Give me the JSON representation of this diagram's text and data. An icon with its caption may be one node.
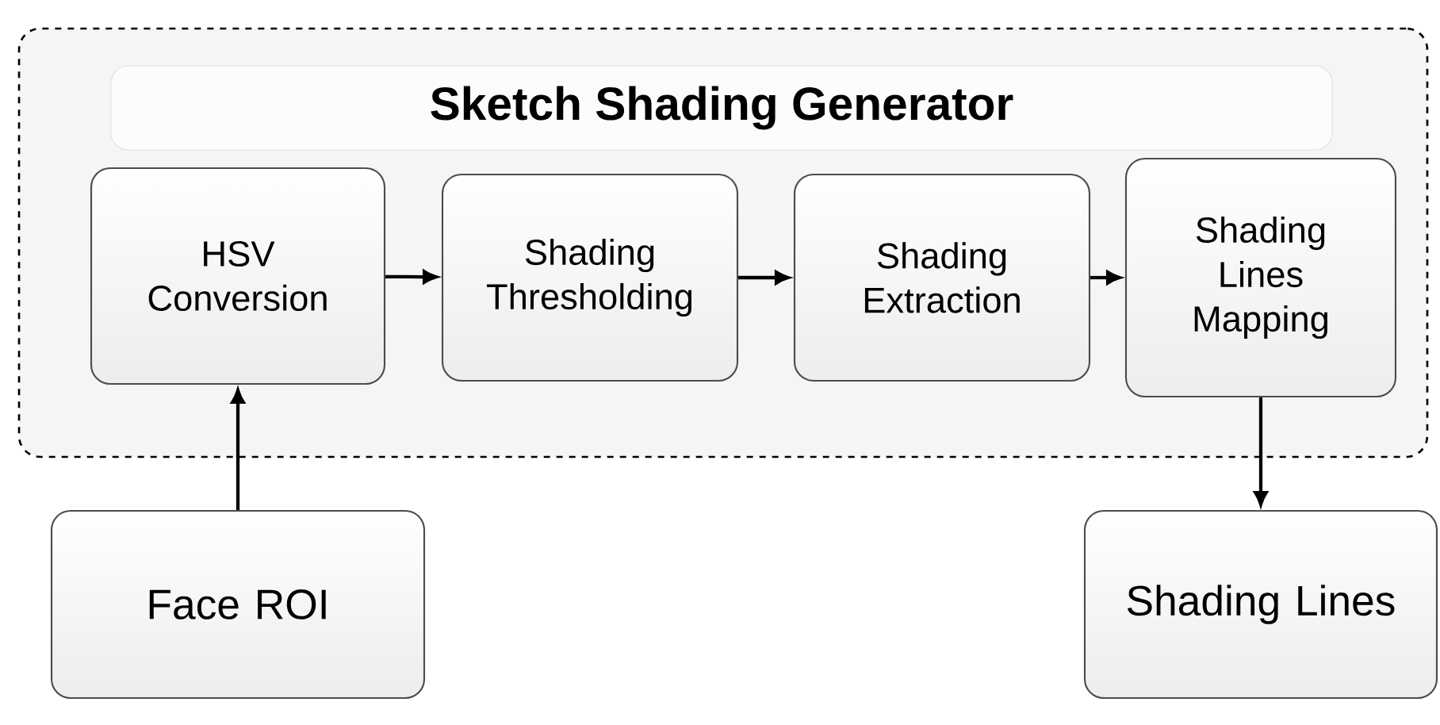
{
  "diagram": {
    "nodes": [
      {
        "text": [
          "Sketch Shading Generator"
        ]
      },
      {
        "text": [
          "HSV Conversion"
        ],
        "in": 0
      },
      {
        "text": [
          "Shading Thresholding"
        ],
        "in": 0
      },
      {
        "text": [
          "Shading Extraction"
        ],
        "in": 0
      },
      {
        "text": [
          "Shading Lines Mapping"
        ],
        "in": 0
      },
      {
        "text": [
          "Face ROI"
        ]
      },
      {
        "text": [
          "Shading Lines"
        ]
      }
    ],
    "edges": [
      {
        "from": 5,
        "to": 1,
        "arrow": "to"
      },
      {
        "from": 1,
        "to": 2,
        "arrow": "to"
      },
      {
        "from": 2,
        "to": 3,
        "arrow": "to"
      },
      {
        "from": 3,
        "to": 4,
        "arrow": "to"
      },
      {
        "from": 4,
        "to": 6,
        "arrow": "to"
      }
    ]
  }
}
